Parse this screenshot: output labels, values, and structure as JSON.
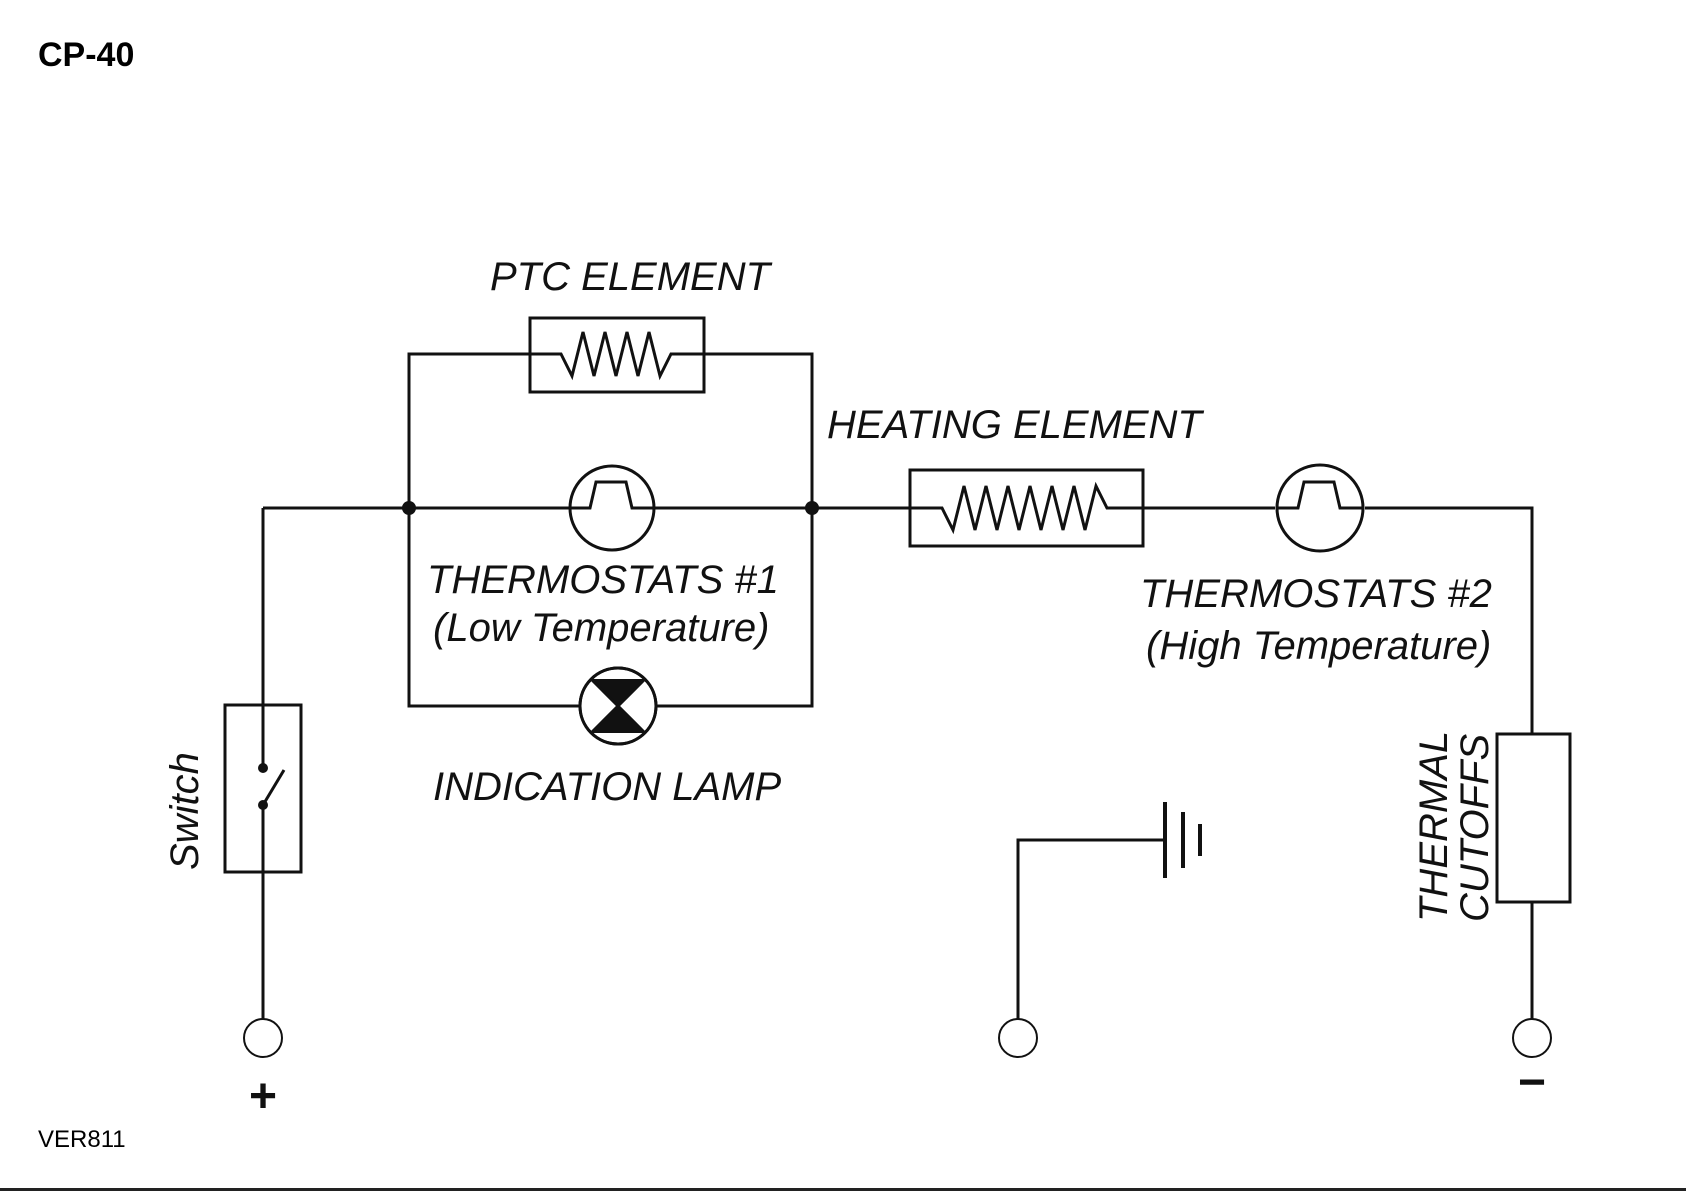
{
  "document": {
    "title": "CP-40",
    "version": "VER811"
  },
  "labels": {
    "ptc_element": "PTC ELEMENT",
    "heating_element": "HEATING ELEMENT",
    "thermostat1_line1": "THERMOSTATS #1",
    "thermostat1_line2": "(Low Temperature)",
    "thermostat2_line1": "THERMOSTATS #2",
    "thermostat2_line2": "(High Temperature)",
    "indication_lamp": "INDICATION LAMP",
    "switch": "Switch",
    "thermal_line1": "THERMAL",
    "thermal_line2": "CUTOFFS",
    "plus": "+",
    "minus": "−"
  }
}
